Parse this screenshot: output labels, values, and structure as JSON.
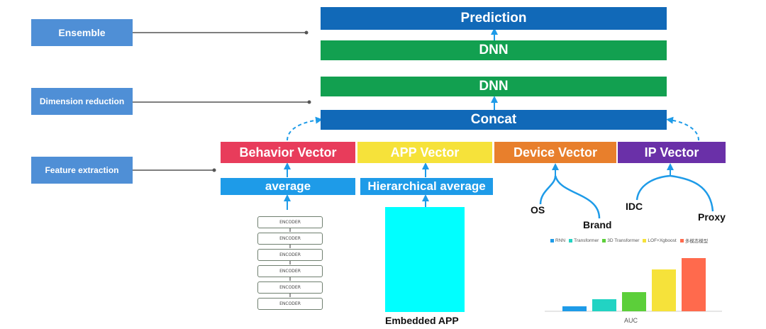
{
  "side_labels": {
    "ensemble": "Ensemble",
    "dimension_reduction": "Dimension reduction",
    "feature_extraction": "Feature extraction"
  },
  "top": {
    "prediction": "Prediction",
    "dnn_ensemble": "DNN",
    "dnn_reduction": "DNN",
    "concat": "Concat"
  },
  "vectors": [
    {
      "label": "Behavior Vector",
      "color": "#e83c5b"
    },
    {
      "label": "APP Vector",
      "color": "#f6e23a"
    },
    {
      "label": "Device Vector",
      "color": "#e87f2c"
    },
    {
      "label": "IP Vector",
      "color": "#6a30a8"
    }
  ],
  "aggregators": {
    "average": "average",
    "hierarchical_average": "Hierarchical average"
  },
  "encoders": [
    "ENCODER",
    "ENCODER",
    "ENCODER",
    "ENCODER",
    "ENCODER",
    "ENCODER"
  ],
  "embedded_app": "Embedded APP",
  "device_sources": {
    "os": "OS",
    "brand": "Brand"
  },
  "ip_sources": {
    "idc": "IDC",
    "proxy": "Proxy"
  },
  "colors": {
    "side": "#4f8fd6",
    "blue": "#1169b8",
    "green": "#12a050",
    "sub": "#1e9be8",
    "arrow": "#1e9be8",
    "embedded_app_fill": "#00ffff"
  },
  "chart_data": {
    "type": "bar",
    "categories": [
      "RNN",
      "Transformer",
      "3D Transformer",
      "LOF+Xgboost",
      "多模态模型"
    ],
    "series": [
      {
        "name": "RNN",
        "color": "#1e9be8",
        "values": [
          0.07
        ]
      },
      {
        "name": "Transformer",
        "color": "#22d3c3",
        "values": [
          0.17
        ]
      },
      {
        "name": "3D Transformer",
        "color": "#5ccf3a",
        "values": [
          0.27
        ]
      },
      {
        "name": "LOF+Xgboost",
        "color": "#f6e23a",
        "values": [
          0.59
        ]
      },
      {
        "name": "多模态模型",
        "color": "#ff6a4d",
        "values": [
          0.75
        ]
      }
    ],
    "values": [
      0.07,
      0.17,
      0.27,
      0.59,
      0.75
    ],
    "xlabel": "AUC",
    "ylim": [
      0,
      1
    ],
    "grid": false,
    "legend": "top"
  }
}
